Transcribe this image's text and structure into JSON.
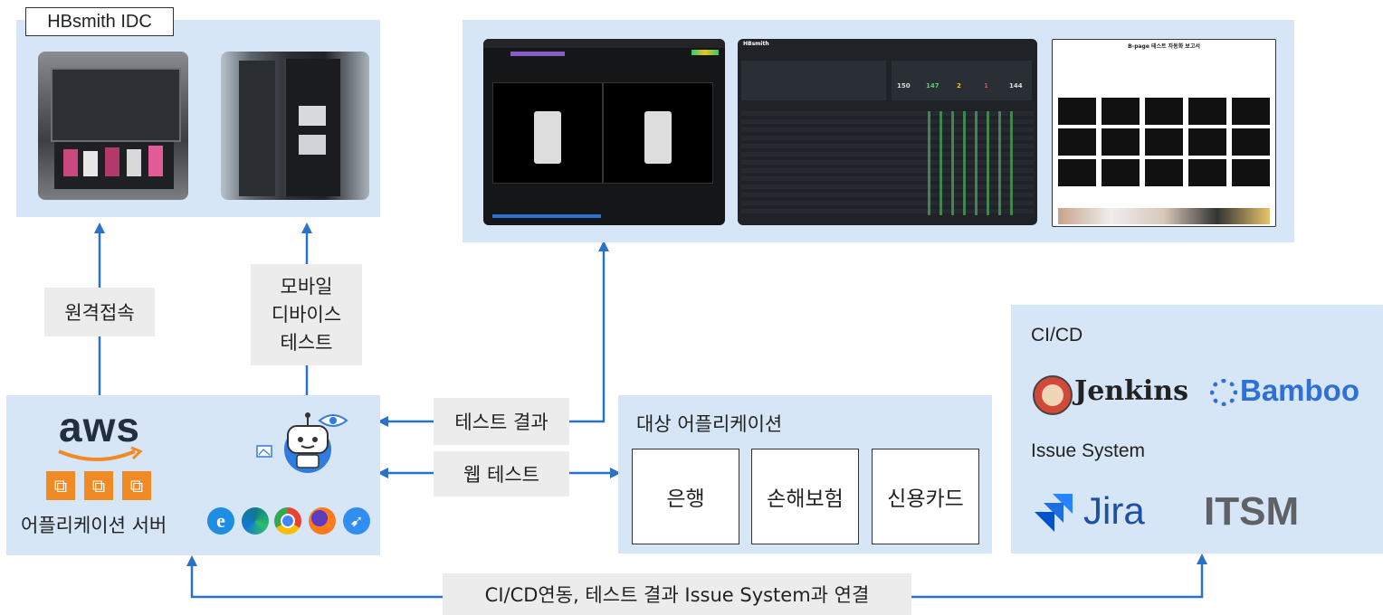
{
  "idc": {
    "title": "HBsmith IDC"
  },
  "connections": {
    "remote": "원격접속",
    "mobile_test": [
      "모바일",
      "디바이스",
      "테스트"
    ],
    "test_result": "테스트 결과",
    "web_test": "웹 테스트",
    "cicd_link": "CI/CD연동, 테스트 결과 Issue System과 연결"
  },
  "server": {
    "aws_logo": "aws",
    "label": "어플리케이션 서버"
  },
  "screenshots": {
    "dashboard": {
      "logo": "HBsmith",
      "kpis": [
        "150",
        "147",
        "2",
        "1",
        "144"
      ]
    },
    "report": {
      "title": "B-page 테스트 자동화 보고서"
    }
  },
  "targets": {
    "title": "대상 어플리케이션",
    "items": [
      "은행",
      "손해보험",
      "신용카드"
    ]
  },
  "integrations": {
    "cicd_title": "CI/CD",
    "jenkins": "Jenkins",
    "bamboo": "Bamboo",
    "issue_title": "Issue System",
    "jira": "Jira",
    "itsm": "ITSM"
  },
  "colors": {
    "arrow": "#2a72c9",
    "panel": "#d6e6f6",
    "label_bg": "#ececec",
    "aws_orange": "#f08a24"
  }
}
